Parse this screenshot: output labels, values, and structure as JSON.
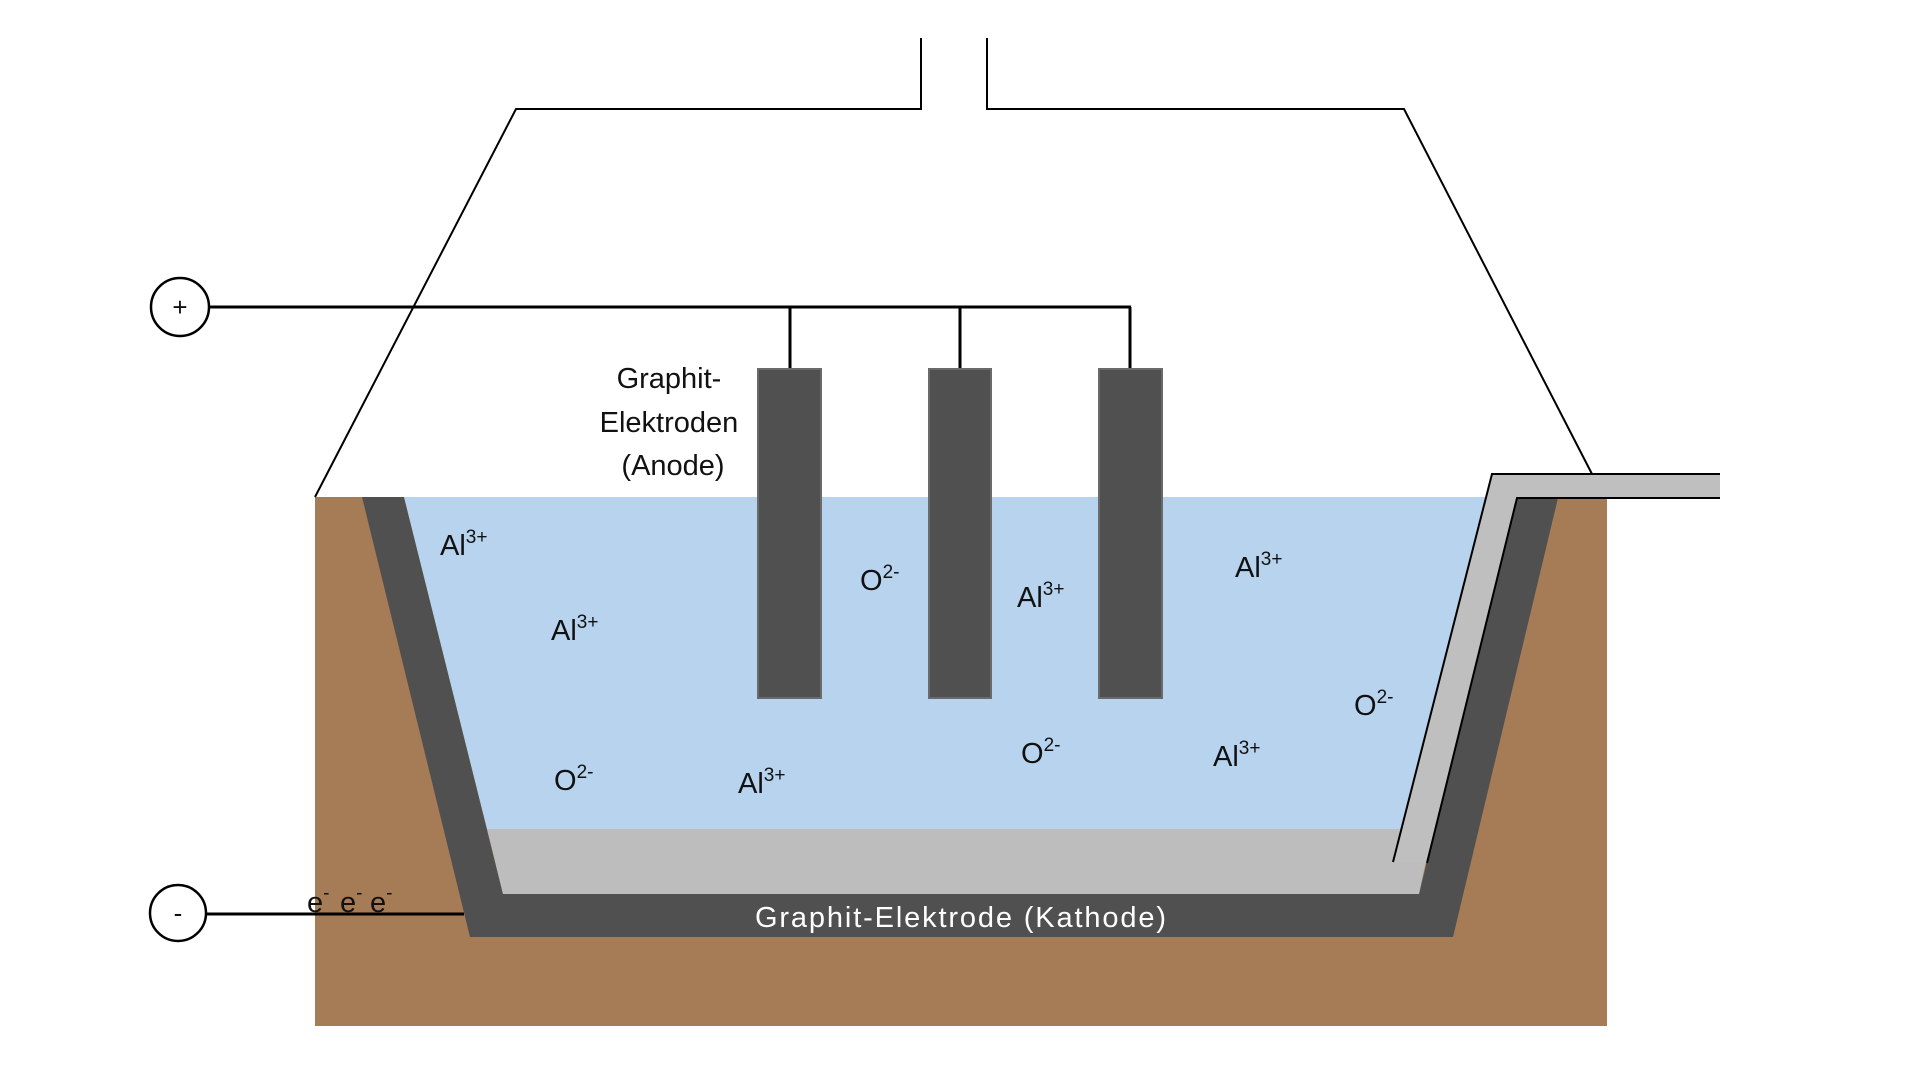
{
  "diagram": {
    "colors": {
      "furnace": "#a67c56",
      "cathode": "#505050",
      "anode": "#505050",
      "anode_border": "#6a6a6a",
      "electrolyte": "#b7d3ee",
      "aluminium": "#bdbdbd",
      "tap": "#bfbfbf",
      "line": "#000000"
    },
    "terminals": {
      "positive": {
        "symbol": "+",
        "icon": "plus-terminal-icon"
      },
      "negative": {
        "symbol": "-",
        "icon": "minus-terminal-icon"
      }
    },
    "anode_label": {
      "line1": "Graphit-",
      "line2": "Elektroden",
      "line3": "(Anode)"
    },
    "cathode_label": "Graphit-Elektrode (Kathode)",
    "electrons": [
      {
        "base": "e",
        "charge": "-"
      },
      {
        "base": "e",
        "charge": "-"
      },
      {
        "base": "e",
        "charge": "-"
      }
    ],
    "ions": [
      {
        "base": "Al",
        "charge": "3+"
      },
      {
        "base": "Al",
        "charge": "3+"
      },
      {
        "base": "O",
        "charge": "2-"
      },
      {
        "base": "Al",
        "charge": "3+"
      },
      {
        "base": "Al",
        "charge": "3+"
      },
      {
        "base": "O",
        "charge": "2-"
      },
      {
        "base": "O",
        "charge": "2-"
      },
      {
        "base": "Al",
        "charge": "3+"
      },
      {
        "base": "O",
        "charge": "2-"
      },
      {
        "base": "Al",
        "charge": "3+"
      }
    ]
  }
}
